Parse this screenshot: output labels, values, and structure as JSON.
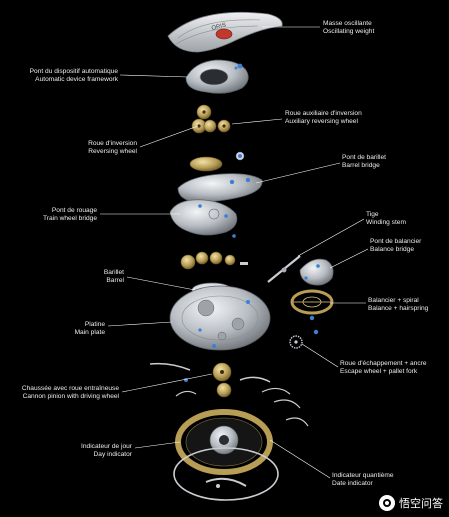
{
  "labels": {
    "oscillating_weight": {
      "fr": "Masse oscillante",
      "en": "Oscillating weight"
    },
    "automatic_device": {
      "fr": "Pont du dispositif automatique",
      "en": "Automatic device framework"
    },
    "auxiliary_reversing": {
      "fr": "Roue auxiliaire d'inversion",
      "en": "Auxiliary reversing wheel"
    },
    "reversing_wheel": {
      "fr": "Roue d'inversion",
      "en": "Reversing wheel"
    },
    "barrel_bridge": {
      "fr": "Pont de barillet",
      "en": "Barrel bridge"
    },
    "train_wheel_bridge": {
      "fr": "Pont de rouage",
      "en": "Train wheel bridge"
    },
    "winding_stem": {
      "fr": "Tige",
      "en": "Winding stem"
    },
    "balance_bridge": {
      "fr": "Pont de balancier",
      "en": "Balance bridge"
    },
    "barrel": {
      "fr": "Barillet",
      "en": "Barrel"
    },
    "balance_hairspring": {
      "fr": "Balancier + spiral",
      "en": "Balance + hairspring"
    },
    "main_plate": {
      "fr": "Platine",
      "en": "Main plate"
    },
    "escape_pallet": {
      "fr": "Roue d'échappement + ancre",
      "en": "Escape wheel + pallet fork"
    },
    "cannon_pinion": {
      "fr": "Chaussée avec roue entraîneuse",
      "en": "Cannon pinion with driving wheel"
    },
    "day_indicator": {
      "fr": "Indicateur de jour",
      "en": "Day indicator"
    },
    "date_indicator": {
      "fr": "Indicateur quantième",
      "en": "Date indicator"
    }
  },
  "rotor_engraving": "ORIS",
  "watermark": {
    "text": "悟空问答",
    "icon": "wukong-logo-icon"
  },
  "colors": {
    "background": "#000000",
    "steel": "#c9cdd2",
    "gold": "#b59a52",
    "blue_screw": "#3e7fd6",
    "leader": "#ffffff"
  }
}
